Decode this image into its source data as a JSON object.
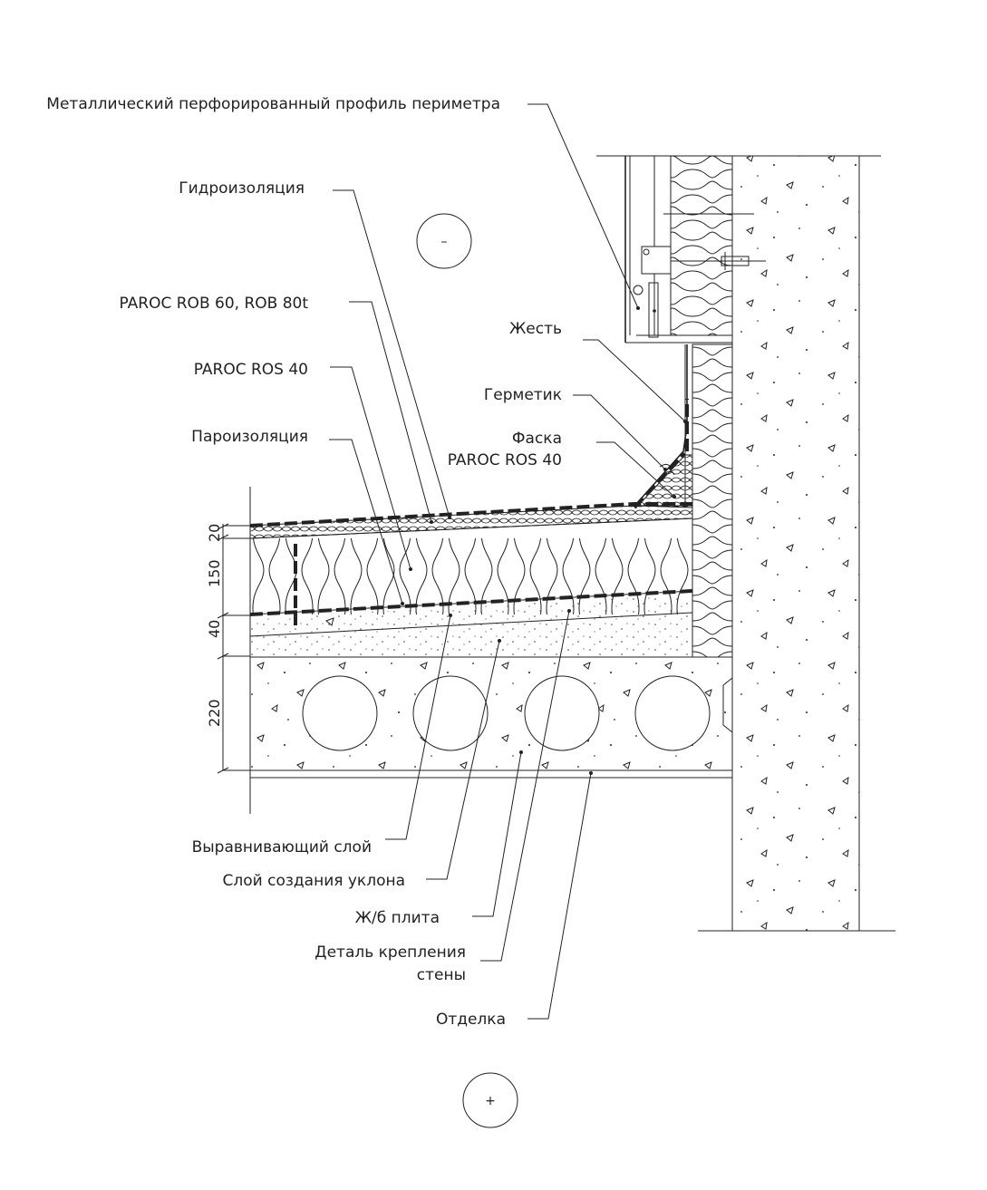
{
  "labels": {
    "perimeter_profile": "Металлический перфорированный профиль периметра",
    "waterproofing": "Гидроизоляция",
    "rob": "PAROC ROB 60, ROB 80t",
    "ros": "PAROC ROS 40",
    "vapor_barrier": "Пароизоляция",
    "tin": "Жесть",
    "sealant": "Герметик",
    "chamfer_line1": "Фаска",
    "chamfer_line2": "PAROC ROS 40",
    "leveling_layer": "Выравнивающий слой",
    "slope_layer": "Слой создания уклона",
    "rc_slab": "Ж/б плита",
    "wall_fixing_line1": "Деталь крепления",
    "wall_fixing_line2": "стены",
    "finish": "Отделка"
  },
  "dimensions": [
    "20",
    "150",
    "40",
    "220"
  ],
  "zone_symbols": {
    "outside": "–",
    "inside": "+"
  }
}
